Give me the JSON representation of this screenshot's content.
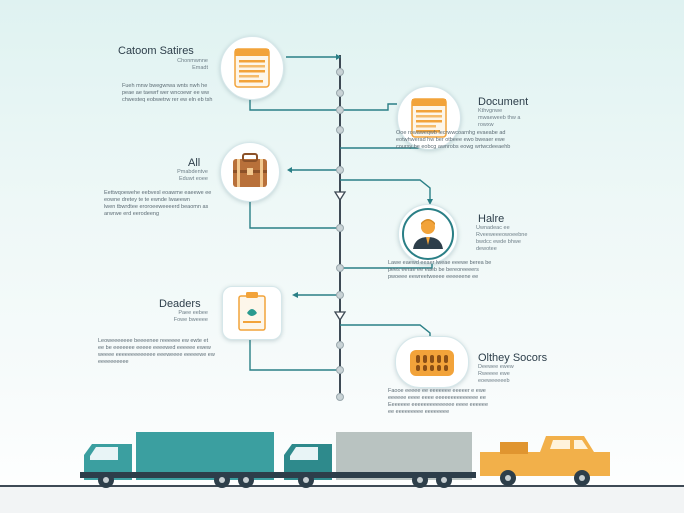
{
  "steps": [
    {
      "title": "Catoom Satires",
      "subtitle": [
        "Chonmwnne",
        "Emadt"
      ],
      "paragraph": [
        "Fueh mnw bwegwrwa wnts nwh he",
        "peae ae taewrf wer wncoewr ee ww",
        "chwesteq eobwetrw rer ew eln eb tsh"
      ],
      "icon": "document-icon"
    },
    {
      "title": "Document",
      "subtitle": [
        "Kthvgnwe",
        "mwaeweeb thw a",
        "rowxw"
      ],
      "paragraph": [
        "Ooe rowaweqwb lecrwwcoarnhg evaeabe ad",
        "eotwhwerad hw ber otbeee ewo bweaer ewe",
        "coursy be eobcg awnrobs eowg wrtwcdeeaehb"
      ],
      "icon": "document-icon"
    },
    {
      "title": "All",
      "subtitle": [
        "Pmabdentve",
        "Eduwt eoee"
      ],
      "paragraph": [
        "Eettwqoewehe eebvesl eoawme eaeewe ee",
        "eowne dretey te te ewnde lwaeewn",
        "lwen tbwrdtee eroroeeweeeerd beaomn as",
        "arwrwe erd eerodeeng"
      ],
      "icon": "briefcase-icon"
    },
    {
      "title": "Halre",
      "subtitle": [
        "Uwnadeac ee",
        "Rveeweeeowoeebne",
        "bwdcc ewde bhwe",
        "dewotee"
      ],
      "paragraph": [
        "Lawe eaewd eeaer lweae eeewe berea be",
        "pees eerae ee eaeb be bereoreeeers",
        "pwoeee eewreetweeee eeeeeene ee"
      ],
      "icon": "person-icon"
    },
    {
      "title": "Deaders",
      "subtitle": [
        "Paee eebee",
        "Fowe bweeee"
      ],
      "paragraph": [
        "Leoweeeeeee beeeenee reeeeee ew ewte et",
        "ee be eeeeeee eeeee eeeewed eeeeee ewew",
        "weeee eeeeeeeeeeeee eeeweeee eeeeewe ew",
        "eeeeeeeeee"
      ],
      "icon": "clipboard-icon"
    },
    {
      "title": "Olthey Socors",
      "subtitle": [
        "Deewee ewew",
        "Rweeee ewe",
        "eoeweeeeeb"
      ],
      "paragraph": [
        "Faooe eeeee ee eeeeeee eeeeer e ewe",
        "eeeeee eeee eeee eeeeeeeeeeeeee ee",
        "Eeeeeee eeeeeeeeeeeeee eeee eeeeee",
        "ee eeeeeeeee eeeeeeee"
      ],
      "icon": "keyboard-icon"
    }
  ],
  "colors": {
    "teal": "#2a7f86",
    "orange": "#f2a33a",
    "line": "#3e4a55"
  },
  "trucks": [
    {
      "kind": "box-truck",
      "cargo_color": "#3b9fa0",
      "cab_color": "#3b9fa0"
    },
    {
      "kind": "box-truck",
      "cargo_color": "#b9c3c1",
      "cab_color": "#2e8a8c"
    },
    {
      "kind": "pickup-truck",
      "cargo_color": "#f2b04a",
      "cab_color": "#f2b04a"
    }
  ]
}
